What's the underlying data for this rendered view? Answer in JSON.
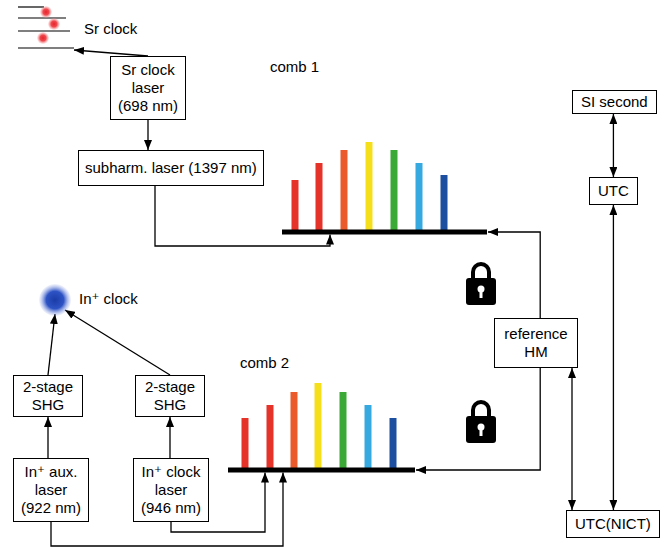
{
  "diagram": {
    "nodes": [
      {
        "text": [
          "Sr clock"
        ]
      },
      {
        "text": [
          "Sr clock laser (698 nm)"
        ]
      },
      {
        "text": [
          "subharm. laser (1397 nm)"
        ]
      },
      {
        "text": [
          "comb 1"
        ]
      },
      {
        "text": [
          "SI second"
        ]
      },
      {
        "text": [
          "UTC"
        ]
      },
      {
        "text": [
          "In⁺ clock"
        ]
      },
      {
        "text": [
          "reference HM"
        ]
      },
      {
        "text": [
          "2-stage SHG"
        ]
      },
      {
        "text": [
          "2-stage SHG"
        ]
      },
      {
        "text": [
          "comb 2"
        ]
      },
      {
        "text": [
          "In⁺ aux. laser (922 nm)"
        ]
      },
      {
        "text": [
          "In⁺ clock laser (946 nm)"
        ]
      },
      {
        "text": [
          "UTC(NICT)"
        ]
      }
    ],
    "edges": [
      {
        "from": 1,
        "to": 0,
        "arrow": "to"
      },
      {
        "from": 1,
        "to": 2,
        "arrow": "to"
      },
      {
        "from": 2,
        "to": 3,
        "arrow": "to"
      },
      {
        "from": 7,
        "to": 3,
        "arrow": "to"
      },
      {
        "from": 4,
        "to": 5,
        "arrow": "both"
      },
      {
        "from": 5,
        "to": 13,
        "arrow": "both"
      },
      {
        "from": 7,
        "to": 13,
        "arrow": "both"
      },
      {
        "from": 11,
        "to": 8,
        "arrow": "to"
      },
      {
        "from": 12,
        "to": 9,
        "arrow": "to"
      },
      {
        "from": 8,
        "to": 6,
        "arrow": "to"
      },
      {
        "from": 9,
        "to": 6,
        "arrow": "to"
      },
      {
        "from": 7,
        "to": 10,
        "arrow": "to"
      },
      {
        "from": 12,
        "to": 10,
        "arrow": "to"
      },
      {
        "from": 11,
        "to": 10,
        "arrow": "to"
      }
    ]
  }
}
